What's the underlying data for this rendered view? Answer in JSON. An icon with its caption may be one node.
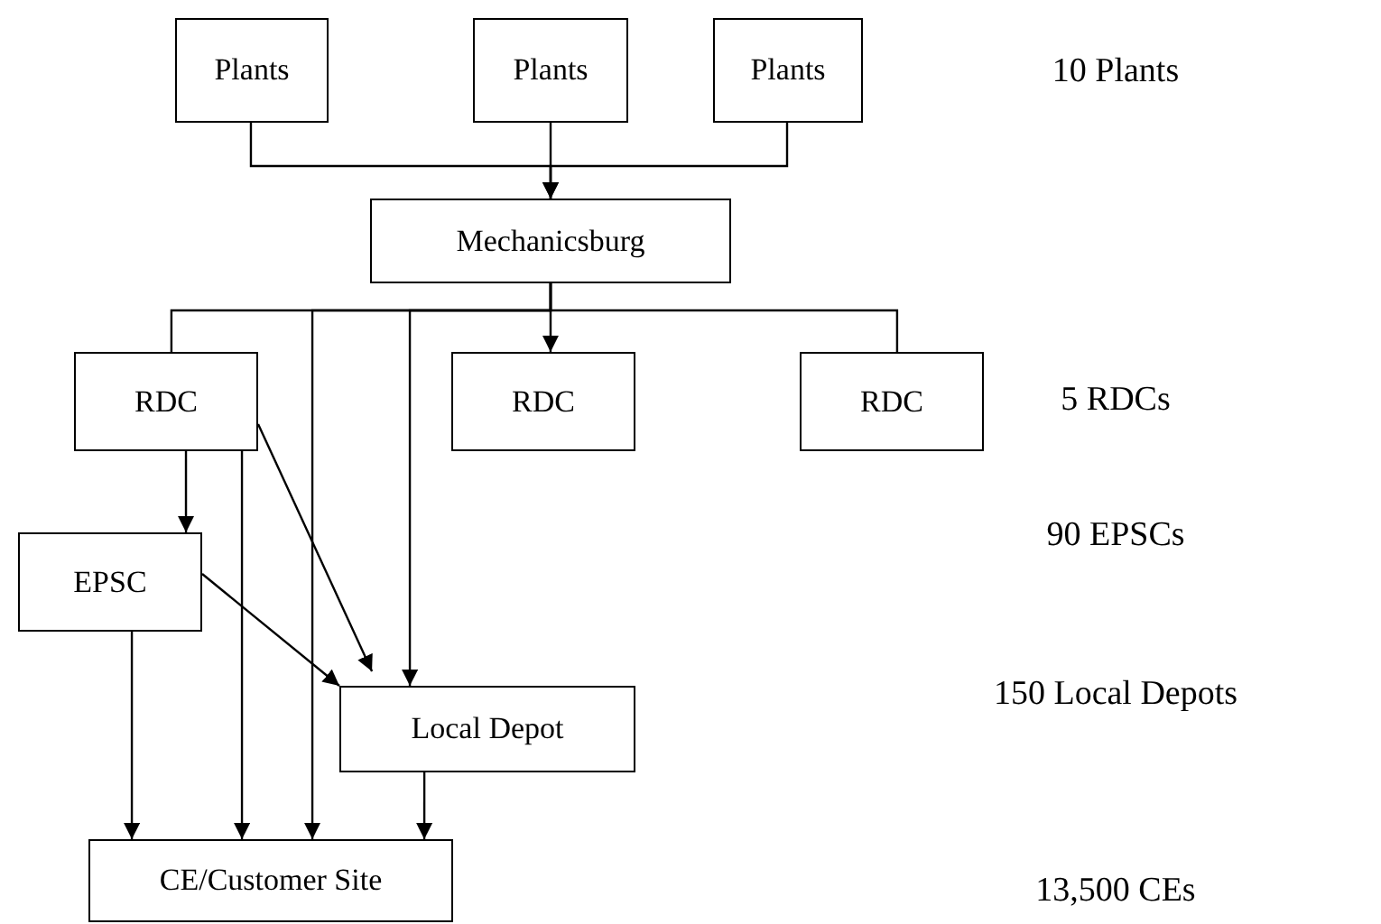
{
  "diagram": {
    "nodes": [
      {
        "text": [
          "Plants"
        ]
      },
      {
        "text": [
          "Plants"
        ]
      },
      {
        "text": [
          "Plants"
        ]
      },
      {
        "text": [
          "Mechanicsburg"
        ]
      },
      {
        "text": [
          "RDC"
        ]
      },
      {
        "text": [
          "RDC"
        ]
      },
      {
        "text": [
          "RDC"
        ]
      },
      {
        "text": [
          "EPSC"
        ]
      },
      {
        "text": [
          "Local Depot"
        ]
      },
      {
        "text": [
          "CE/Customer Site"
        ]
      }
    ],
    "edges": [
      {
        "from": 0,
        "to": 3,
        "arrow": "to"
      },
      {
        "from": 1,
        "to": 3,
        "arrow": "to"
      },
      {
        "from": 2,
        "to": 3,
        "arrow": "to"
      },
      {
        "from": 3,
        "to": 4,
        "arrow": "none"
      },
      {
        "from": 3,
        "to": 5,
        "arrow": "to"
      },
      {
        "from": 3,
        "to": 6,
        "arrow": "none"
      },
      {
        "from": 3,
        "to": 9,
        "arrow": "to"
      },
      {
        "from": 3,
        "to": 8,
        "arrow": "to"
      },
      {
        "from": 4,
        "to": 7,
        "arrow": "to"
      },
      {
        "from": 4,
        "to": 9,
        "arrow": "to"
      },
      {
        "from": 4,
        "to": 8,
        "arrow": "to"
      },
      {
        "from": 7,
        "to": 8,
        "arrow": "to"
      },
      {
        "from": 7,
        "to": 9,
        "arrow": "to"
      },
      {
        "from": 8,
        "to": 9,
        "arrow": "to"
      }
    ],
    "labels": [
      "10 Plants",
      "5 RDCs",
      "90 EPSCs",
      "150 Local Depots",
      "13,500 CEs"
    ]
  }
}
